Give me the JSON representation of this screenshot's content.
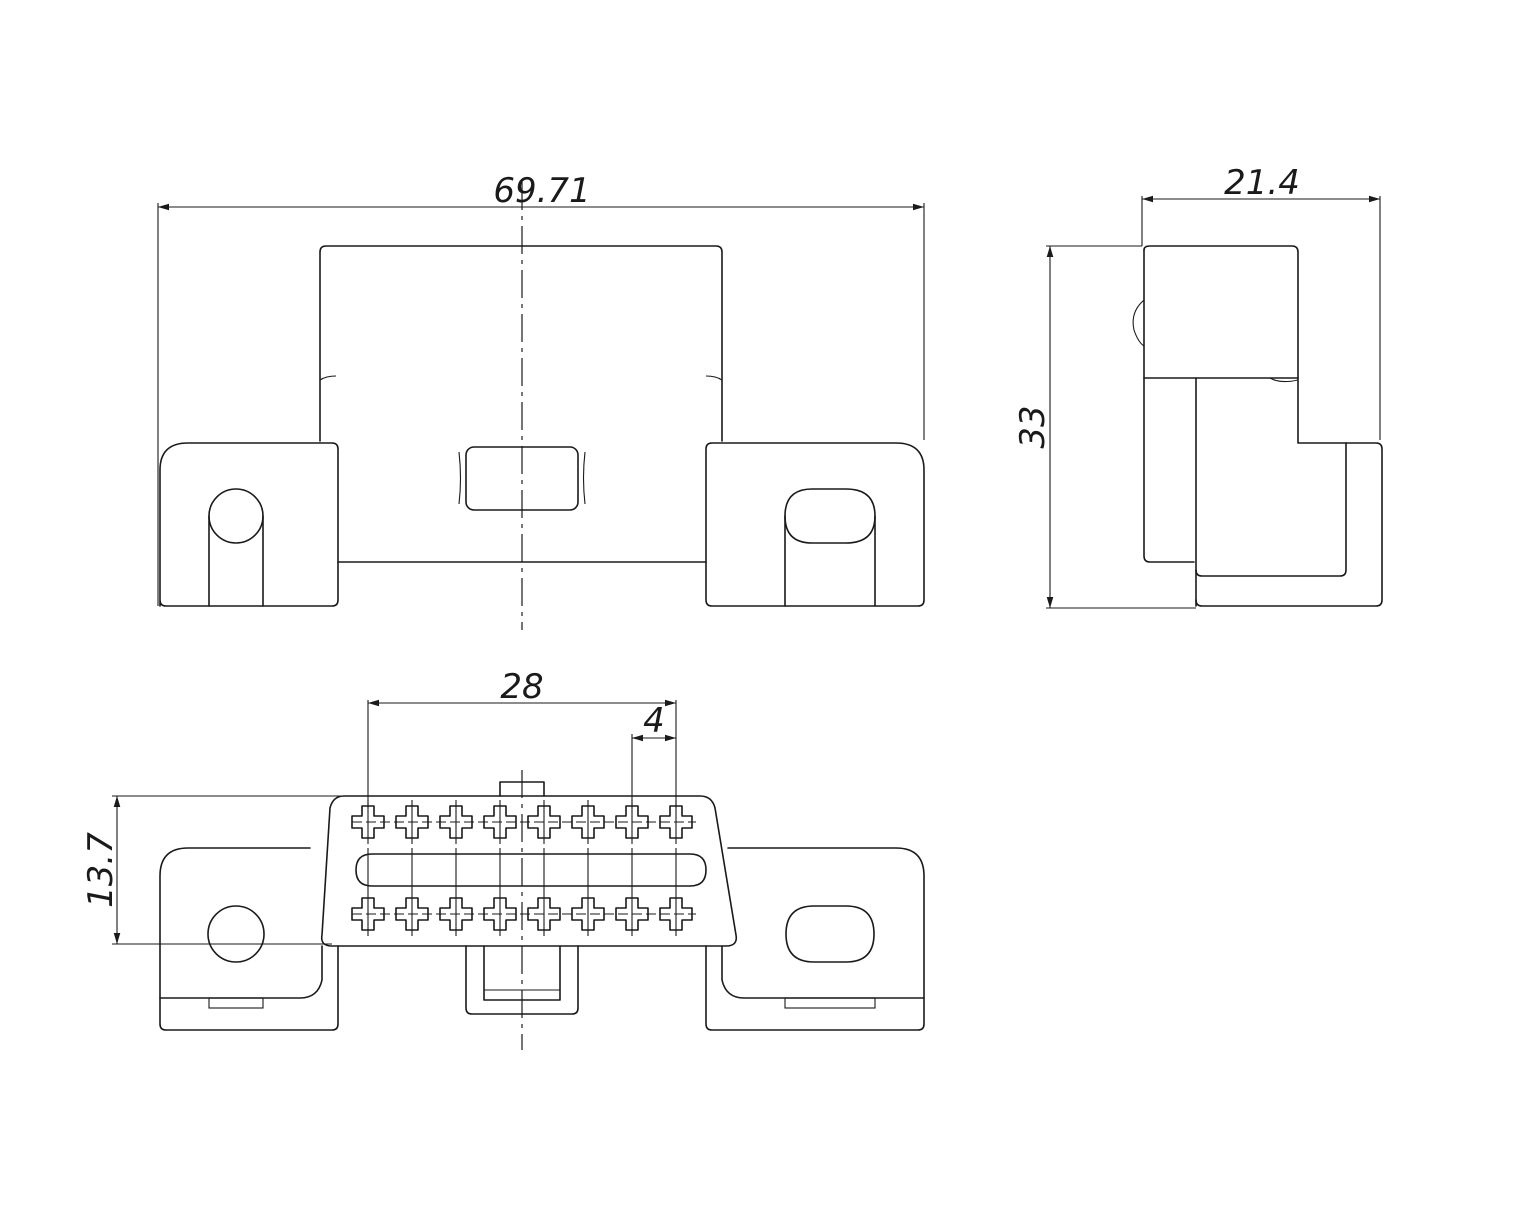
{
  "dimensions": {
    "overall_width": "69.71",
    "side_depth": "21.4",
    "side_height": "33",
    "pin_span": "28",
    "pin_pitch": "4",
    "face_height": "13.7"
  },
  "colors": {
    "line": "#1a1a1a",
    "background": "#ffffff"
  }
}
